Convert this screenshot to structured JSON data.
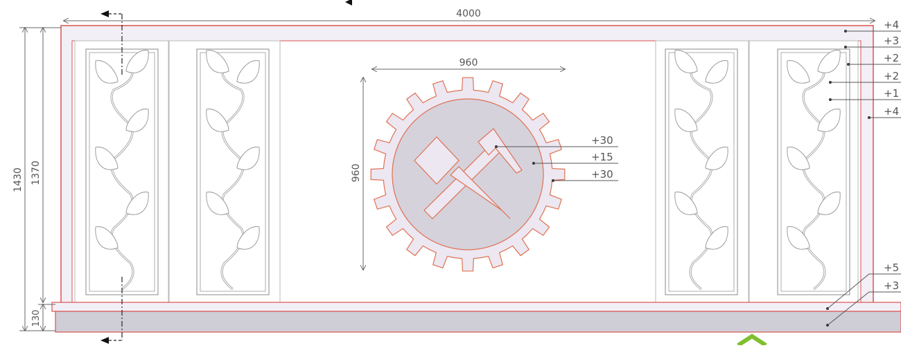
{
  "dimensions": {
    "overall_width": "4000",
    "medallion_width": "960",
    "medallion_height": "960",
    "overall_height": "1430",
    "panel_height": "1370",
    "base_height": "130"
  },
  "right_callouts": [
    "+4",
    "+3",
    "+2",
    "+2",
    "+1",
    "+4"
  ],
  "medallion_callouts": [
    "+30",
    "+15",
    "+30"
  ],
  "base_callouts": [
    "+5",
    "+3"
  ],
  "colors": {
    "outline_red": "#d9534f",
    "relief_fill": "#ece7f1",
    "disc_fill": "#d5d2dc",
    "base_fill": "#cfcdd6",
    "dim_line": "#666666",
    "logo_green": "#7fbf2e"
  },
  "icons": {
    "mining_emblem": "crossed-hammers-icon",
    "section_marker": "section-arrow-icon"
  }
}
